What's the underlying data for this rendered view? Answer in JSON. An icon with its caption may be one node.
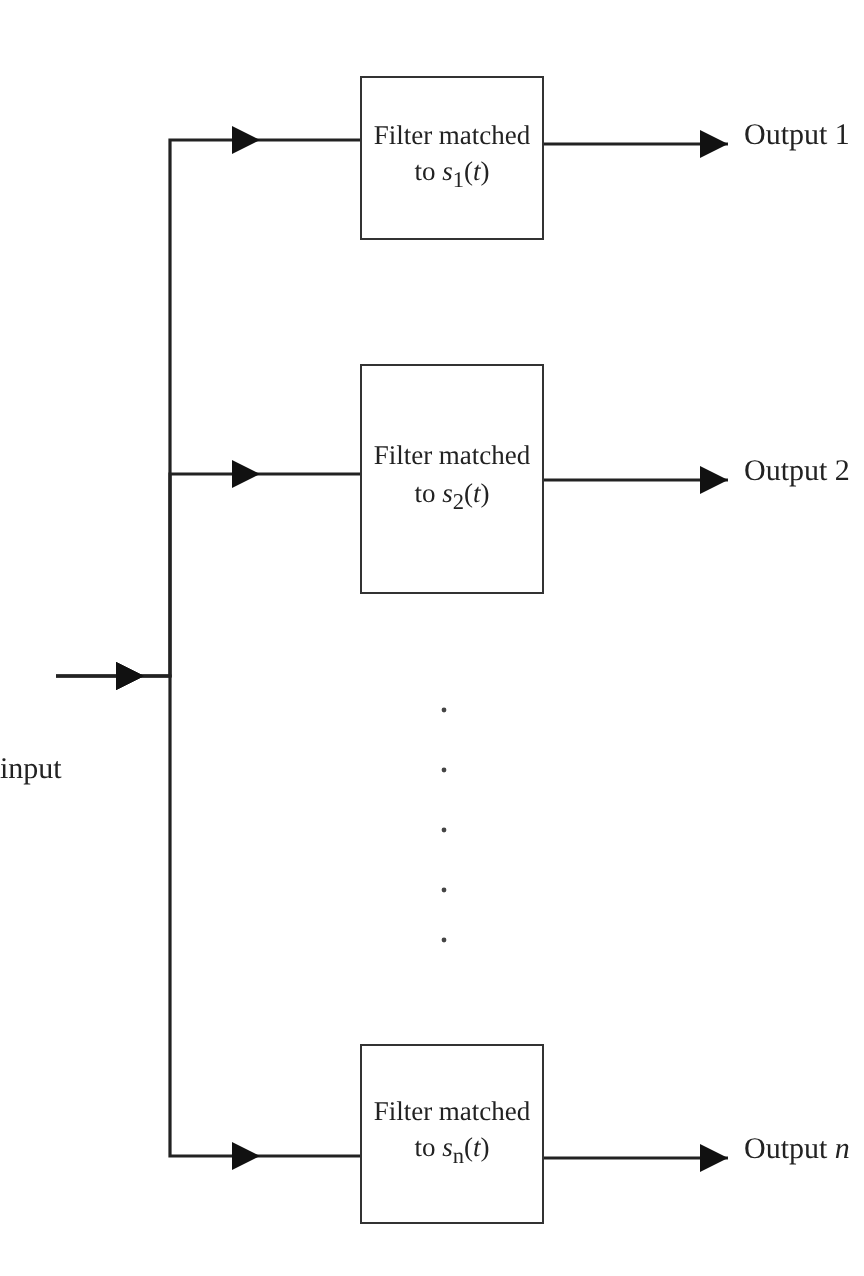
{
  "diagram": {
    "nodes": [
      {
        "text": [
          "input"
        ]
      },
      {
        "text": [
          "Filter matched to *s*$_{1}$(*t*)"
        ]
      },
      {
        "text": [
          "Filter matched to *s*$_{2}$(*t*)"
        ]
      },
      {
        "text": [
          "Filter matched to *s*$_{n}$(*t*)"
        ]
      },
      {
        "text": [
          "Output 1"
        ]
      },
      {
        "text": [
          "Output 2"
        ]
      },
      {
        "text": [
          "Output *n*"
        ]
      }
    ],
    "edges": [
      {
        "from": 0,
        "to": 1,
        "arrow": "to"
      },
      {
        "from": 0,
        "to": 2,
        "arrow": "to"
      },
      {
        "from": 0,
        "to": 3,
        "arrow": "to"
      },
      {
        "from": 1,
        "to": 4,
        "arrow": "to"
      },
      {
        "from": 2,
        "to": 5,
        "arrow": "to"
      },
      {
        "from": 3,
        "to": 6,
        "arrow": "to"
      }
    ]
  }
}
